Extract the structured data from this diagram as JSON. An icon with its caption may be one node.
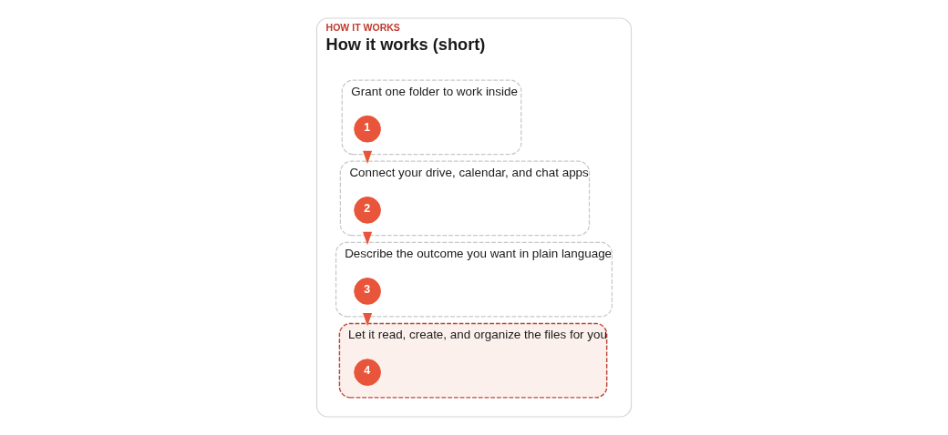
{
  "diagram": {
    "nodes": [
      {
        "text": [
          "HOW IT WORKS",
          "How it works (short)"
        ]
      },
      {
        "text": [
          "Grant one folder to work inside"
        ],
        "in": 0
      },
      {
        "text": [
          "1"
        ],
        "in": 1
      },
      {
        "text": [
          "Connect your drive, calendar, and chat apps"
        ],
        "in": 0
      },
      {
        "text": [
          "2"
        ],
        "in": 3
      },
      {
        "text": [
          "Describe the outcome you want in plain language"
        ],
        "in": 0
      },
      {
        "text": [
          "3"
        ],
        "in": 5
      },
      {
        "text": [
          "Let it read, create, and organize the files for you"
        ],
        "in": 0
      },
      {
        "text": [
          "4"
        ],
        "in": 7
      }
    ],
    "edges": [
      {
        "from": 1,
        "to": 3,
        "arrow": "to"
      },
      {
        "from": 3,
        "to": 5,
        "arrow": "to"
      },
      {
        "from": 5,
        "to": 7,
        "arrow": "to"
      }
    ]
  }
}
